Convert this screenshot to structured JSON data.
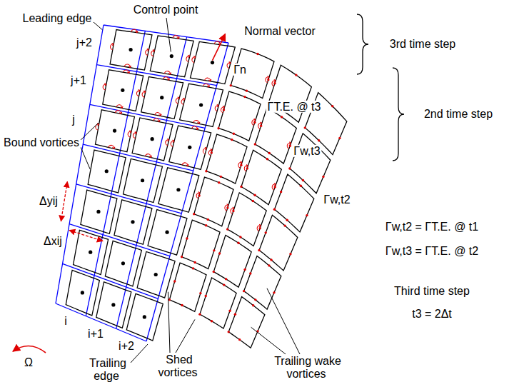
{
  "diagram": {
    "labels": [
      "Control point",
      "Leading edge",
      "Normal vector",
      "3rd time step",
      "2nd time step",
      "j+2",
      "j+1",
      "j",
      "Bound vortices",
      "Δyij",
      "Δxij",
      "i",
      "i+1",
      "i+2",
      "Trailing edge",
      "Ω",
      "Shed vortices",
      "Trailing wake vortices",
      "Γn",
      "ΓT.E. @ t3",
      "Γw,t3",
      "Γw,t2",
      "Γw,t2 = ΓT.E. @ t1",
      "Γw,t3 = ΓT.E. @ t2",
      "Third time step",
      "t3 = 2Δt"
    ]
  }
}
